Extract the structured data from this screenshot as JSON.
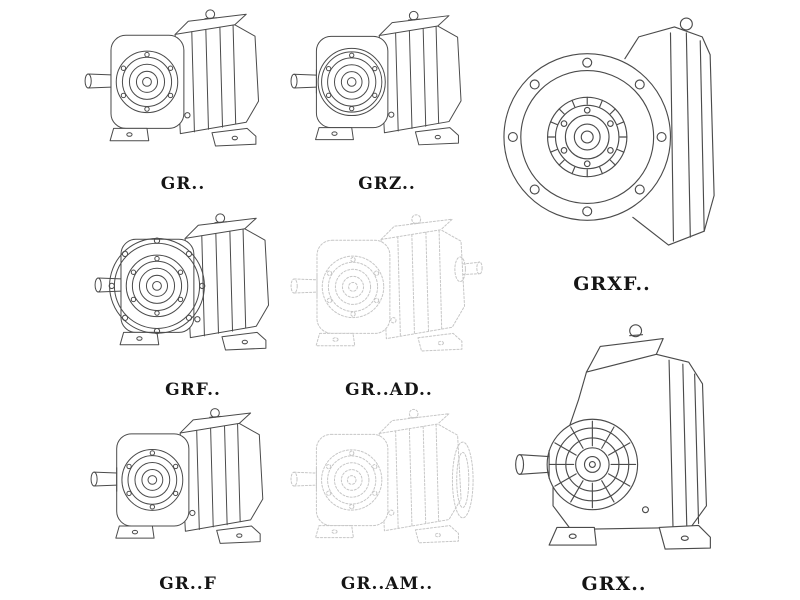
{
  "page": {
    "background": "#ffffff",
    "line_color": "#4b4b4b",
    "ghost_line_color": "#c6c6c6",
    "label_color": "#151515"
  },
  "figures": [
    {
      "label": "GR..",
      "drawing": "helical-gearbox-foot-mounted-iso"
    },
    {
      "label": "GRZ..",
      "drawing": "helical-gearbox-foot-mounted-iso"
    },
    {
      "label": "GRXF..",
      "drawing": "helical-gearbox-flange-front-view"
    },
    {
      "label": "GRF..",
      "drawing": "helical-gearbox-flange-mounted-iso"
    },
    {
      "label": "GR..AD..",
      "drawing": "helical-gearbox-input-adapter-iso-ghost"
    },
    {
      "label": "GR..F",
      "drawing": "helical-gearbox-foot-mounted-iso"
    },
    {
      "label": "GR..AM..",
      "drawing": "helical-gearbox-output-flange-iso-ghost"
    },
    {
      "label": "GRX..",
      "drawing": "helical-gearbox-large-foot-mounted-iso"
    }
  ]
}
